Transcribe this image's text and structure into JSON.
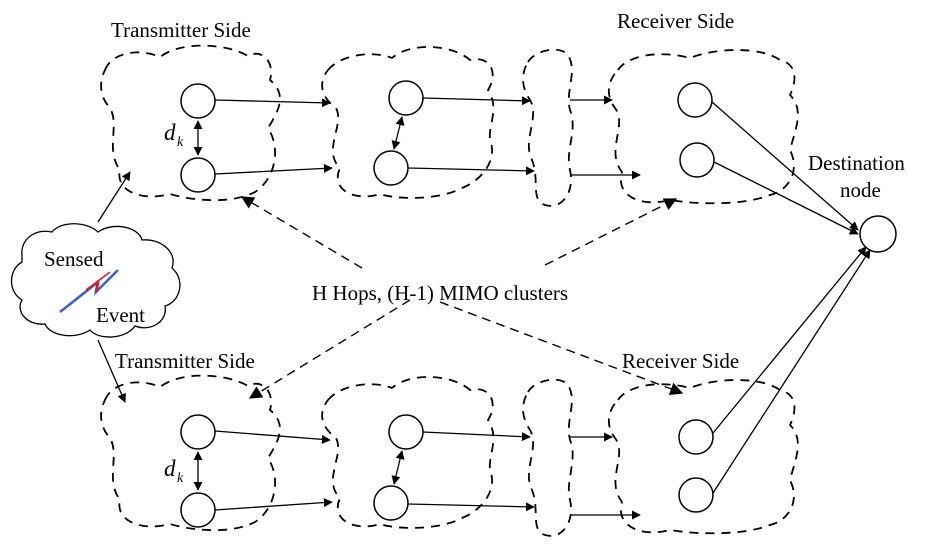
{
  "labels": {
    "transmitter_top": "Transmitter Side",
    "receiver_top": "Receiver Side",
    "transmitter_bottom": "Transmitter Side",
    "receiver_bottom": "Receiver Side",
    "destination_line1": "Destination",
    "destination_line2": "node",
    "hops": "H Hops, (H-1) MIMO clusters",
    "sensed": "Sensed",
    "event": "Event",
    "distance_symbol": "d",
    "distance_subscript": "k"
  }
}
